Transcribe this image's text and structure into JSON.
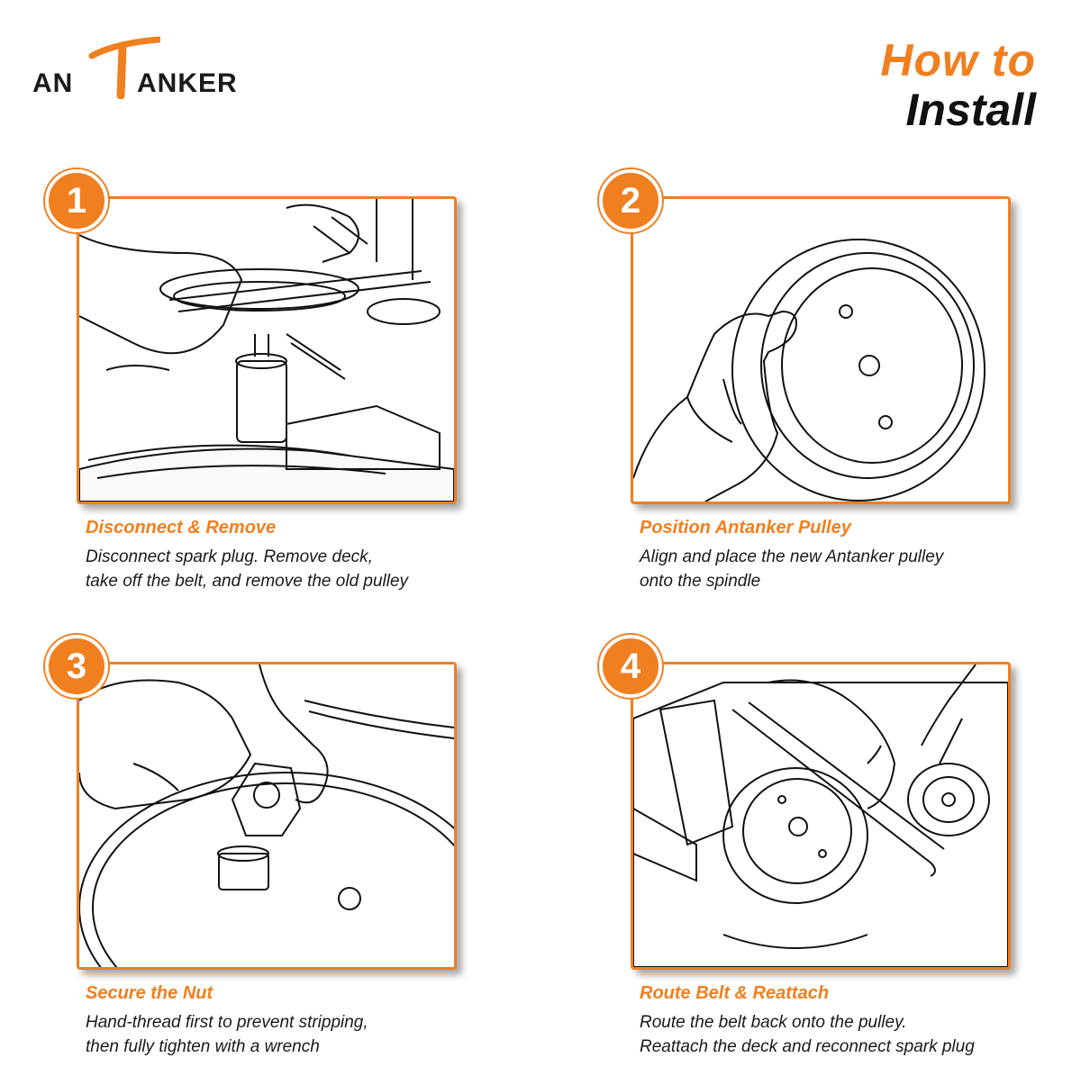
{
  "brand": {
    "prefix": "AN",
    "suffix": "ANKER",
    "accent": "#f07f1f"
  },
  "heading": {
    "line1": "How to",
    "line2": "Install"
  },
  "steps": [
    {
      "number": "1",
      "title": "Disconnect & Remove",
      "lines": [
        "Disconnect spark plug. Remove deck,",
        "take off the belt, and remove the old pulley"
      ]
    },
    {
      "number": "2",
      "title": "Position Antanker Pulley",
      "lines": [
        "Align and place the new Antanker pulley",
        "onto the spindle"
      ]
    },
    {
      "number": "3",
      "title": "Secure the Nut",
      "lines": [
        "Hand-thread first to prevent stripping,",
        "then fully tighten with a wrench"
      ]
    },
    {
      "number": "4",
      "title": "Route Belt & Reattach",
      "lines": [
        "Route the belt back onto the pulley.",
        "Reattach the deck and reconnect spark plug"
      ]
    }
  ]
}
